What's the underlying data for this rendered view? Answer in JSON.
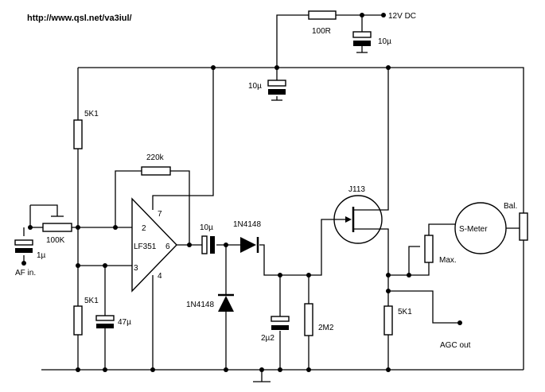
{
  "url": "http://www.qsl.net/va3iul/",
  "supply": "12V DC",
  "labels": {
    "r_100r": "100R",
    "c_supply": "10µ",
    "c_decouple": "10µ",
    "r_5k1_top": "5K1",
    "r_220k": "220k",
    "opamp": "LF351",
    "pin2": "2",
    "pin3": "3",
    "pin4": "4",
    "pin6": "6",
    "pin7": "7",
    "pot_100k": "100K",
    "c_in": "1µ",
    "af_in": "AF in.",
    "r_5k1_bot": "5K1",
    "c_47": "47µ",
    "c_coupling": "10µ",
    "d_series": "1N4148",
    "d_shunt": "1N4148",
    "c_2u2": "2µ2",
    "r_2m2": "2M2",
    "jfet": "J113",
    "meter": "S-Meter",
    "pot_bal": "Bal.",
    "pot_max": "Max.",
    "r_5k1_src": "5K1",
    "agc_out": "AGC out"
  }
}
